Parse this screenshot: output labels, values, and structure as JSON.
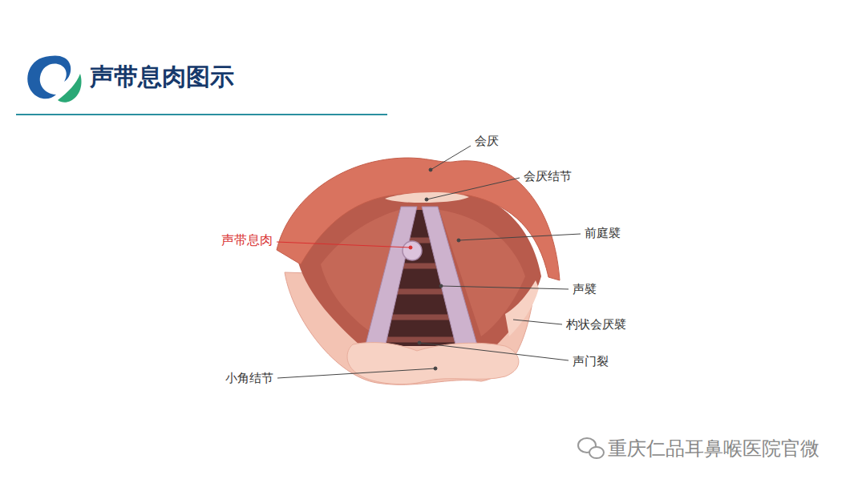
{
  "diagram": {
    "title": "声带息肉图示",
    "labels": [
      "会厌",
      "会厌结节",
      "前庭襞",
      "声带息肉",
      "声襞",
      "杓状会厌襞",
      "声门裂",
      "小角结节",
      "重庆仁品耳鼻喉医院官微"
    ]
  }
}
